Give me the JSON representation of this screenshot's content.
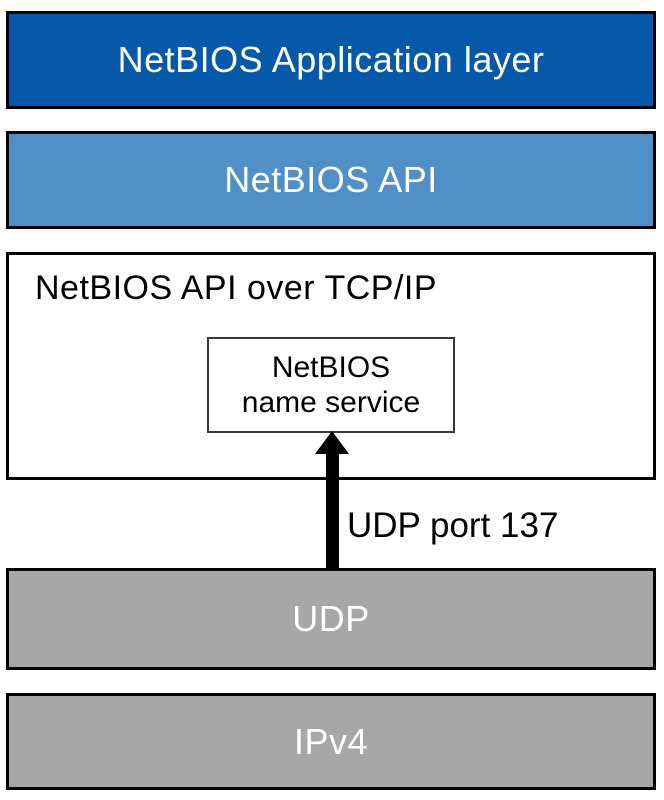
{
  "diagram": {
    "background_color": "#ffffff",
    "border_color": "#000000",
    "layers": {
      "application": {
        "label": "NetBIOS Application layer",
        "fill_color": "#0659a9",
        "text_color": "#ffffff"
      },
      "netbios_api": {
        "label": "NetBIOS API",
        "fill_color": "#518fc7",
        "text_color": "#ffffff"
      },
      "netbios_over_tcpip": {
        "label": "NetBIOS API over TCP/IP",
        "fill_color": "#ffffff",
        "text_color": "#000000"
      },
      "udp": {
        "label": "UDP",
        "fill_color": "#a7a7a7",
        "text_color": "#ffffff"
      },
      "ipv4": {
        "label": "IPv4",
        "fill_color": "#a7a7a7",
        "text_color": "#ffffff"
      }
    },
    "name_service_box": {
      "line1": "NetBIOS",
      "line2": "name service",
      "fill_color": "#ffffff",
      "text_color": "#000000"
    },
    "arrow": {
      "label": "UDP port 137",
      "color": "#000000",
      "direction": "up"
    }
  }
}
